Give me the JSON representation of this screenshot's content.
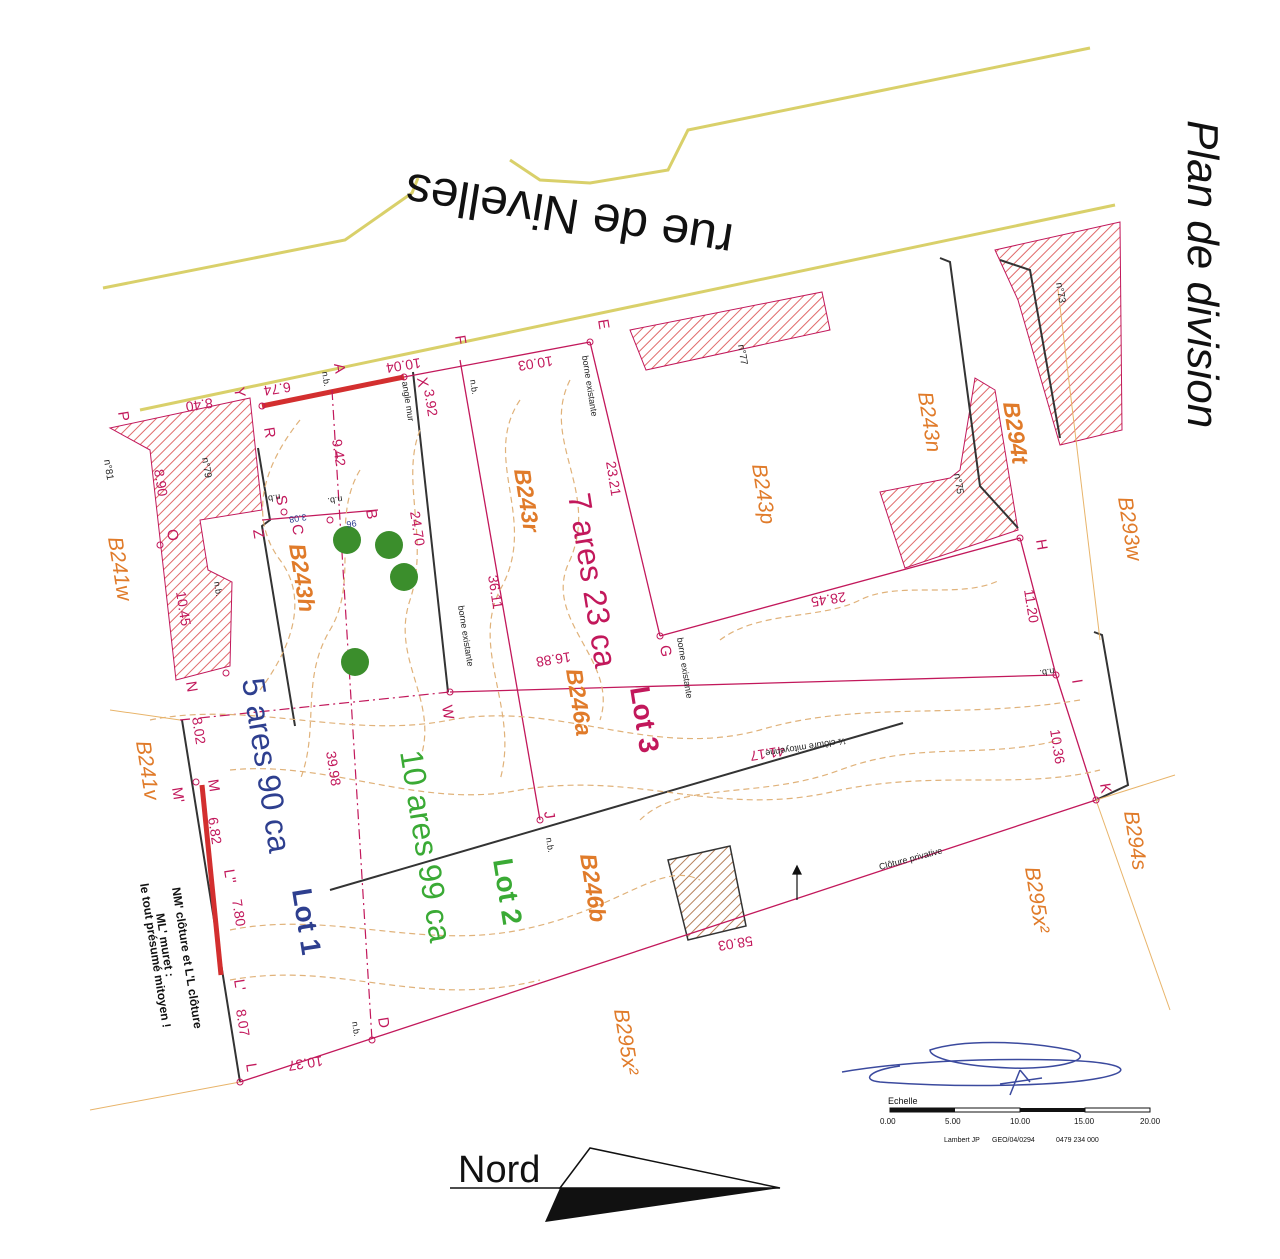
{
  "title": "Plan de division",
  "street": "rue de Nivelles",
  "north_label": "Nord",
  "lots": [
    {
      "name": "Lot 1",
      "area": "5 ares 90 ca",
      "color": "#2e3f8f"
    },
    {
      "name": "Lot 2",
      "area": "10 ares 99 ca",
      "color": "#3aaa35"
    },
    {
      "name": "Lot 3",
      "area": "7 ares 23 ca",
      "color": "#c2185b"
    }
  ],
  "parcels": {
    "b243r": "B243r",
    "b243h": "B243h",
    "b246a": "B246a",
    "b246b": "B246b",
    "b294t": "B294t",
    "b243p": "B243p",
    "b243n": "B243n",
    "b293w": "B293w",
    "b241w": "B241w",
    "b241v": "B241v",
    "b294s": "B294s",
    "b295x2_a": "B295x²",
    "b295x2_b": "B295x²"
  },
  "house_numbers": {
    "n73": "n°73",
    "n77": "n°77",
    "n75": "n°75",
    "n79": "n°79",
    "n81": "n°81"
  },
  "points": {
    "P": "P",
    "Y": "Y",
    "A": "A",
    "X": "X",
    "F": "F",
    "E": "E",
    "R": "R",
    "S": "S",
    "Z": "Z",
    "C": "C",
    "B": "B",
    "O": "O",
    "N": "N",
    "W": "W",
    "G": "G",
    "H": "H",
    "I": "I",
    "K": "K",
    "J": "J",
    "M": "M",
    "Mp": "M'",
    "Lpp": "L''",
    "Lp": "L'",
    "L": "L",
    "D": "D"
  },
  "dimensions": {
    "d840": "8.40",
    "d674": "6.74",
    "d1004": "10.04",
    "d392": "3.92",
    "d1003": "10.03",
    "d942": "9.42",
    "d2470": "24.70",
    "d3611": "36.11",
    "d2321": "23.21",
    "d2845": "28.45",
    "d1688": "16.88",
    "d1120": "11.20",
    "d890": "8.90",
    "d1045": "10.45",
    "d802": "8.02",
    "d682": "6.82",
    "d780": "7.80",
    "d807": "8.07",
    "d1037": "10.37",
    "d3998": "39.98",
    "d4117": "41.17",
    "d1036": "10.36",
    "d5803": "58.03",
    "d308": "3.08",
    "d96": "96"
  },
  "notes": {
    "borne1": "borne existante",
    "borne2": "borne existante",
    "borne3": "borne existante",
    "angle_mur": "angle mur",
    "nb1": "n.b.",
    "nb2": "n.b.",
    "nb3": "n.b.",
    "nb4": "n.b.",
    "nb5": "n.b.",
    "nb6": "n.b.",
    "nb7": "n.b.",
    "nb8": "n.b.",
    "cloture_mitoyenne": "½ clôture mitoyenne",
    "cloture_privative": "Clôture privative",
    "remark_line1": "NM' clôture et L'L clôture",
    "remark_line2": "ML' muret :",
    "remark_line3": "le tout présumé mitoyen !"
  },
  "scale": {
    "label": "Echelle",
    "ticks": [
      "0.00",
      "5.00",
      "10.00",
      "15.00",
      "20.00"
    ]
  },
  "footer": {
    "surveyor": "Lambert JP",
    "license": "GEO/04/0294",
    "phone": "0479 234 000"
  },
  "colors": {
    "pink": "#c2185b",
    "orange": "#e07b2a",
    "road": "#d9d06a",
    "red_line": "#d32f2f",
    "tree": "#3b8e2c",
    "hatch": "#e06a6a"
  }
}
